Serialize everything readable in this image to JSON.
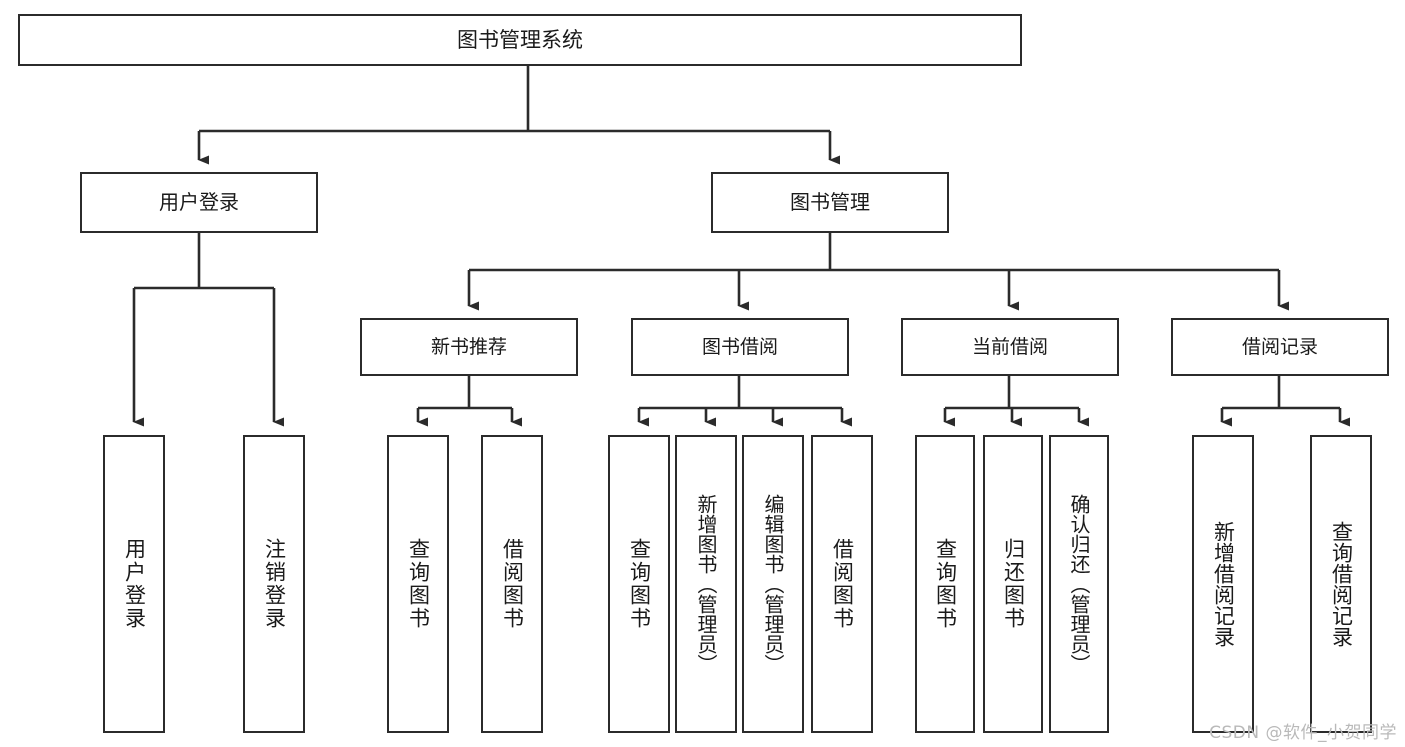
{
  "diagram": {
    "type": "tree",
    "title": "图书管理系统",
    "root": {
      "label": "图书管理系统"
    },
    "level1": [
      {
        "label": "用户登录"
      },
      {
        "label": "图书管理"
      }
    ],
    "level2": [
      {
        "label": "新书推荐"
      },
      {
        "label": "图书借阅"
      },
      {
        "label": "当前借阅"
      },
      {
        "label": "借阅记录"
      }
    ],
    "leaves": {
      "user_login": [
        {
          "label": "用户登录"
        },
        {
          "label": "注销登录"
        }
      ],
      "new_book": [
        {
          "label": "查询图书"
        },
        {
          "label": "借阅图书"
        }
      ],
      "book_borrow": [
        {
          "label": "查询图书"
        },
        {
          "label": "新增图书（管理员）"
        },
        {
          "label": "编辑图书（管理员）"
        },
        {
          "label": "借阅图书"
        }
      ],
      "current_borrow": [
        {
          "label": "查询图书"
        },
        {
          "label": "归还图书"
        },
        {
          "label": "确认归还（管理员）"
        }
      ],
      "borrow_record": [
        {
          "label": "新增借阅记录"
        },
        {
          "label": "查询借阅记录"
        }
      ]
    }
  },
  "watermark": {
    "text": "CSDN @软件_小贺同学"
  },
  "colors": {
    "stroke": "#2b2b2b",
    "background": "#ffffff",
    "text": "#1a1a1a",
    "watermark": "#b9b9b9"
  }
}
